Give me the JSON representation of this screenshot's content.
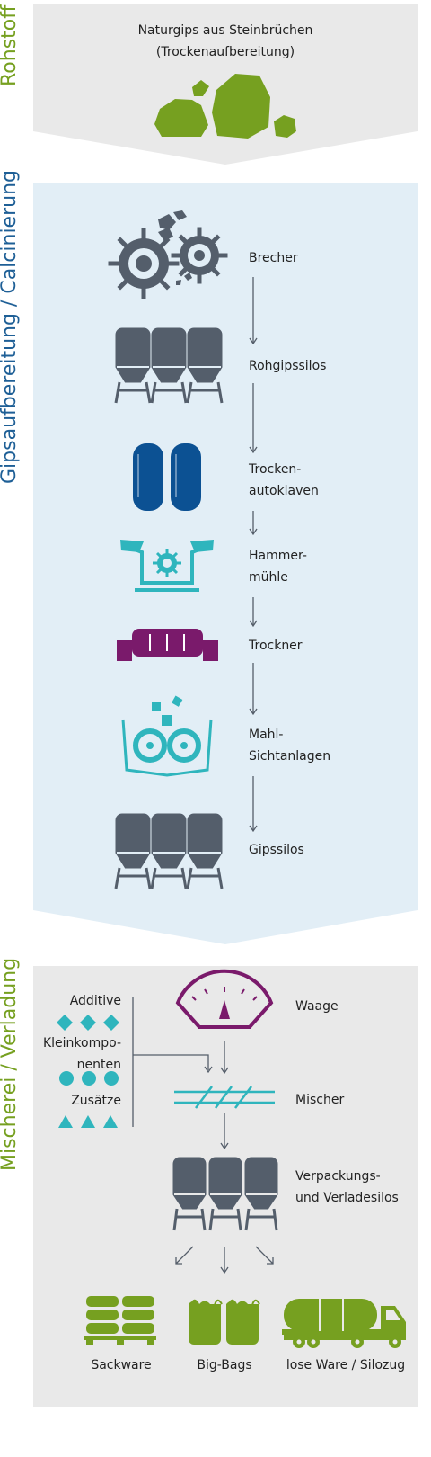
{
  "colors": {
    "green": "#76a020",
    "blue": "#1e5f96",
    "dark_blue": "#0c5193",
    "slate": "#545e6b",
    "teal": "#2fb5bd",
    "purple": "#7a1a6b",
    "panel_grey": "#e9e9e9",
    "panel_blue": "#e2eef6"
  },
  "sections": {
    "rohstoff": {
      "title": "Rohstoff",
      "caption": "Naturgips aus Steinbrüchen\n(Trockenaufbereitung)"
    },
    "gips": {
      "title": "Gipsaufbereitung / Calcinierung",
      "steps": [
        {
          "label": "Brecher",
          "icon": "crusher-gears-icon"
        },
        {
          "label": "Rohgipssilos",
          "icon": "silos-icon"
        },
        {
          "label": "Trocken-\nautoklaven",
          "icon": "autoclave-icon"
        },
        {
          "label": "Hammer-\nmühle",
          "icon": "hammer-mill-icon"
        },
        {
          "label": "Trockner",
          "icon": "dryer-icon"
        },
        {
          "label": "Mahl-\nSichtanlagen",
          "icon": "grinding-mill-icon"
        },
        {
          "label": "Gipssilos",
          "icon": "silos-icon"
        }
      ]
    },
    "mischerei": {
      "title": "Mischerei / Verladung",
      "inputs": [
        {
          "label": "Additive",
          "icon": "diamond-icon"
        },
        {
          "label": "Kleinkompo-\nnenten",
          "icon": "circle-icon"
        },
        {
          "label": "Zusätze",
          "icon": "triangle-icon"
        }
      ],
      "waage": "Waage",
      "mischer": "Mischer",
      "silos": "Verpackungs-\nund Verladesilos",
      "outputs": [
        {
          "label": "Sackware",
          "icon": "sack-pallet-icon"
        },
        {
          "label": "Big-Bags",
          "icon": "big-bag-icon"
        },
        {
          "label": "lose Ware / Silozug",
          "icon": "silo-truck-icon"
        }
      ]
    }
  }
}
